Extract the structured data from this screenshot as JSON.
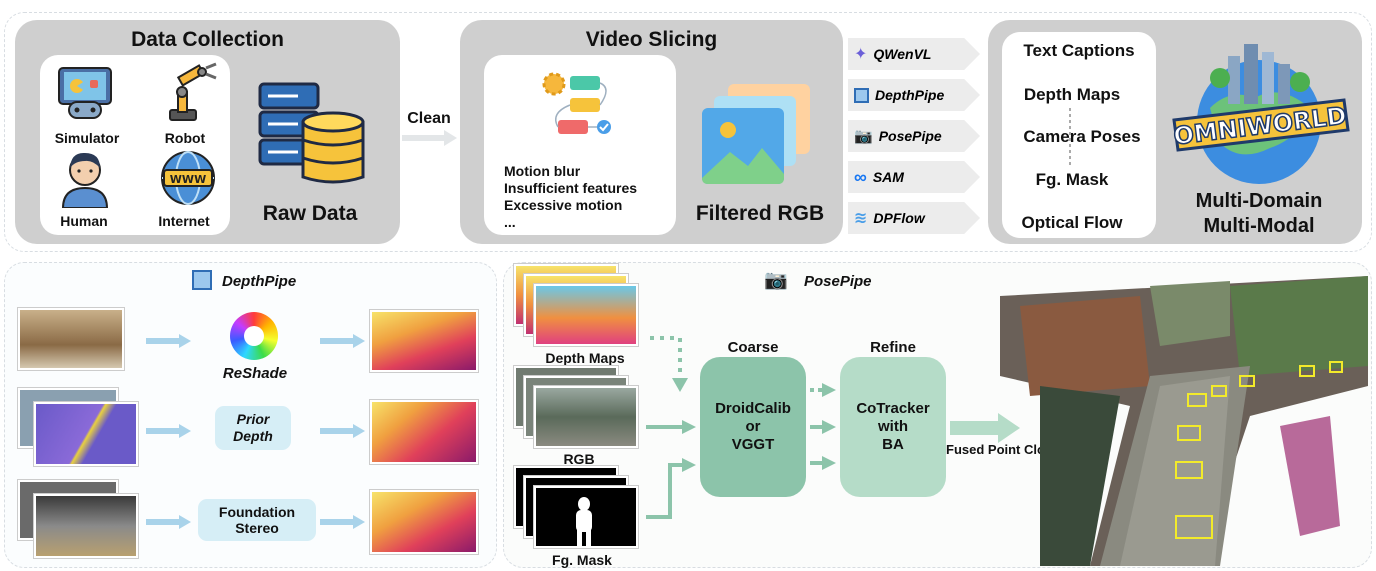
{
  "top": {
    "data_collection": {
      "title": "Data Collection",
      "sources": [
        "Simulator",
        "Robot",
        "Human",
        "Internet"
      ],
      "raw_data": "Raw Data"
    },
    "clean": "Clean",
    "video_slicing": {
      "title": "Video Slicing",
      "criteria": [
        "Motion blur",
        "Insufficient features",
        "Excessive motion",
        "..."
      ],
      "filtered": "Filtered RGB"
    },
    "tools": [
      "QWenVL",
      "DepthPipe",
      "PosePipe",
      "SAM",
      "DPFlow"
    ],
    "outputs": [
      "Text Captions",
      "Depth Maps",
      "Camera Poses",
      "Fg. Mask",
      "Optical Flow"
    ],
    "logo_text": "OMNIWORLD",
    "summary": [
      "Multi-Domain",
      "Multi-Modal"
    ]
  },
  "depthpipe": {
    "title": "DepthPipe",
    "methods": [
      "ReShade",
      "Prior Depth",
      "Foundation Stereo"
    ]
  },
  "posepipe": {
    "title": "PosePipe",
    "inputs": [
      "Depth Maps",
      "RGB",
      "Fg. Mask"
    ],
    "coarse_label": "Coarse",
    "coarse_block": [
      "DroidCalib",
      "or",
      "VGGT"
    ],
    "refine_label": "Refine",
    "refine_block": [
      "CoTracker",
      "with",
      "BA"
    ],
    "output": "Fused Point Cloud"
  },
  "colors": {
    "panel_gray": "#cfcfcf",
    "arrow_blue": "#a9d3ea",
    "arrow_green": "#8cc4aa",
    "block_green": "#8cc4aa",
    "block_green_light": "#b5dcc8"
  }
}
